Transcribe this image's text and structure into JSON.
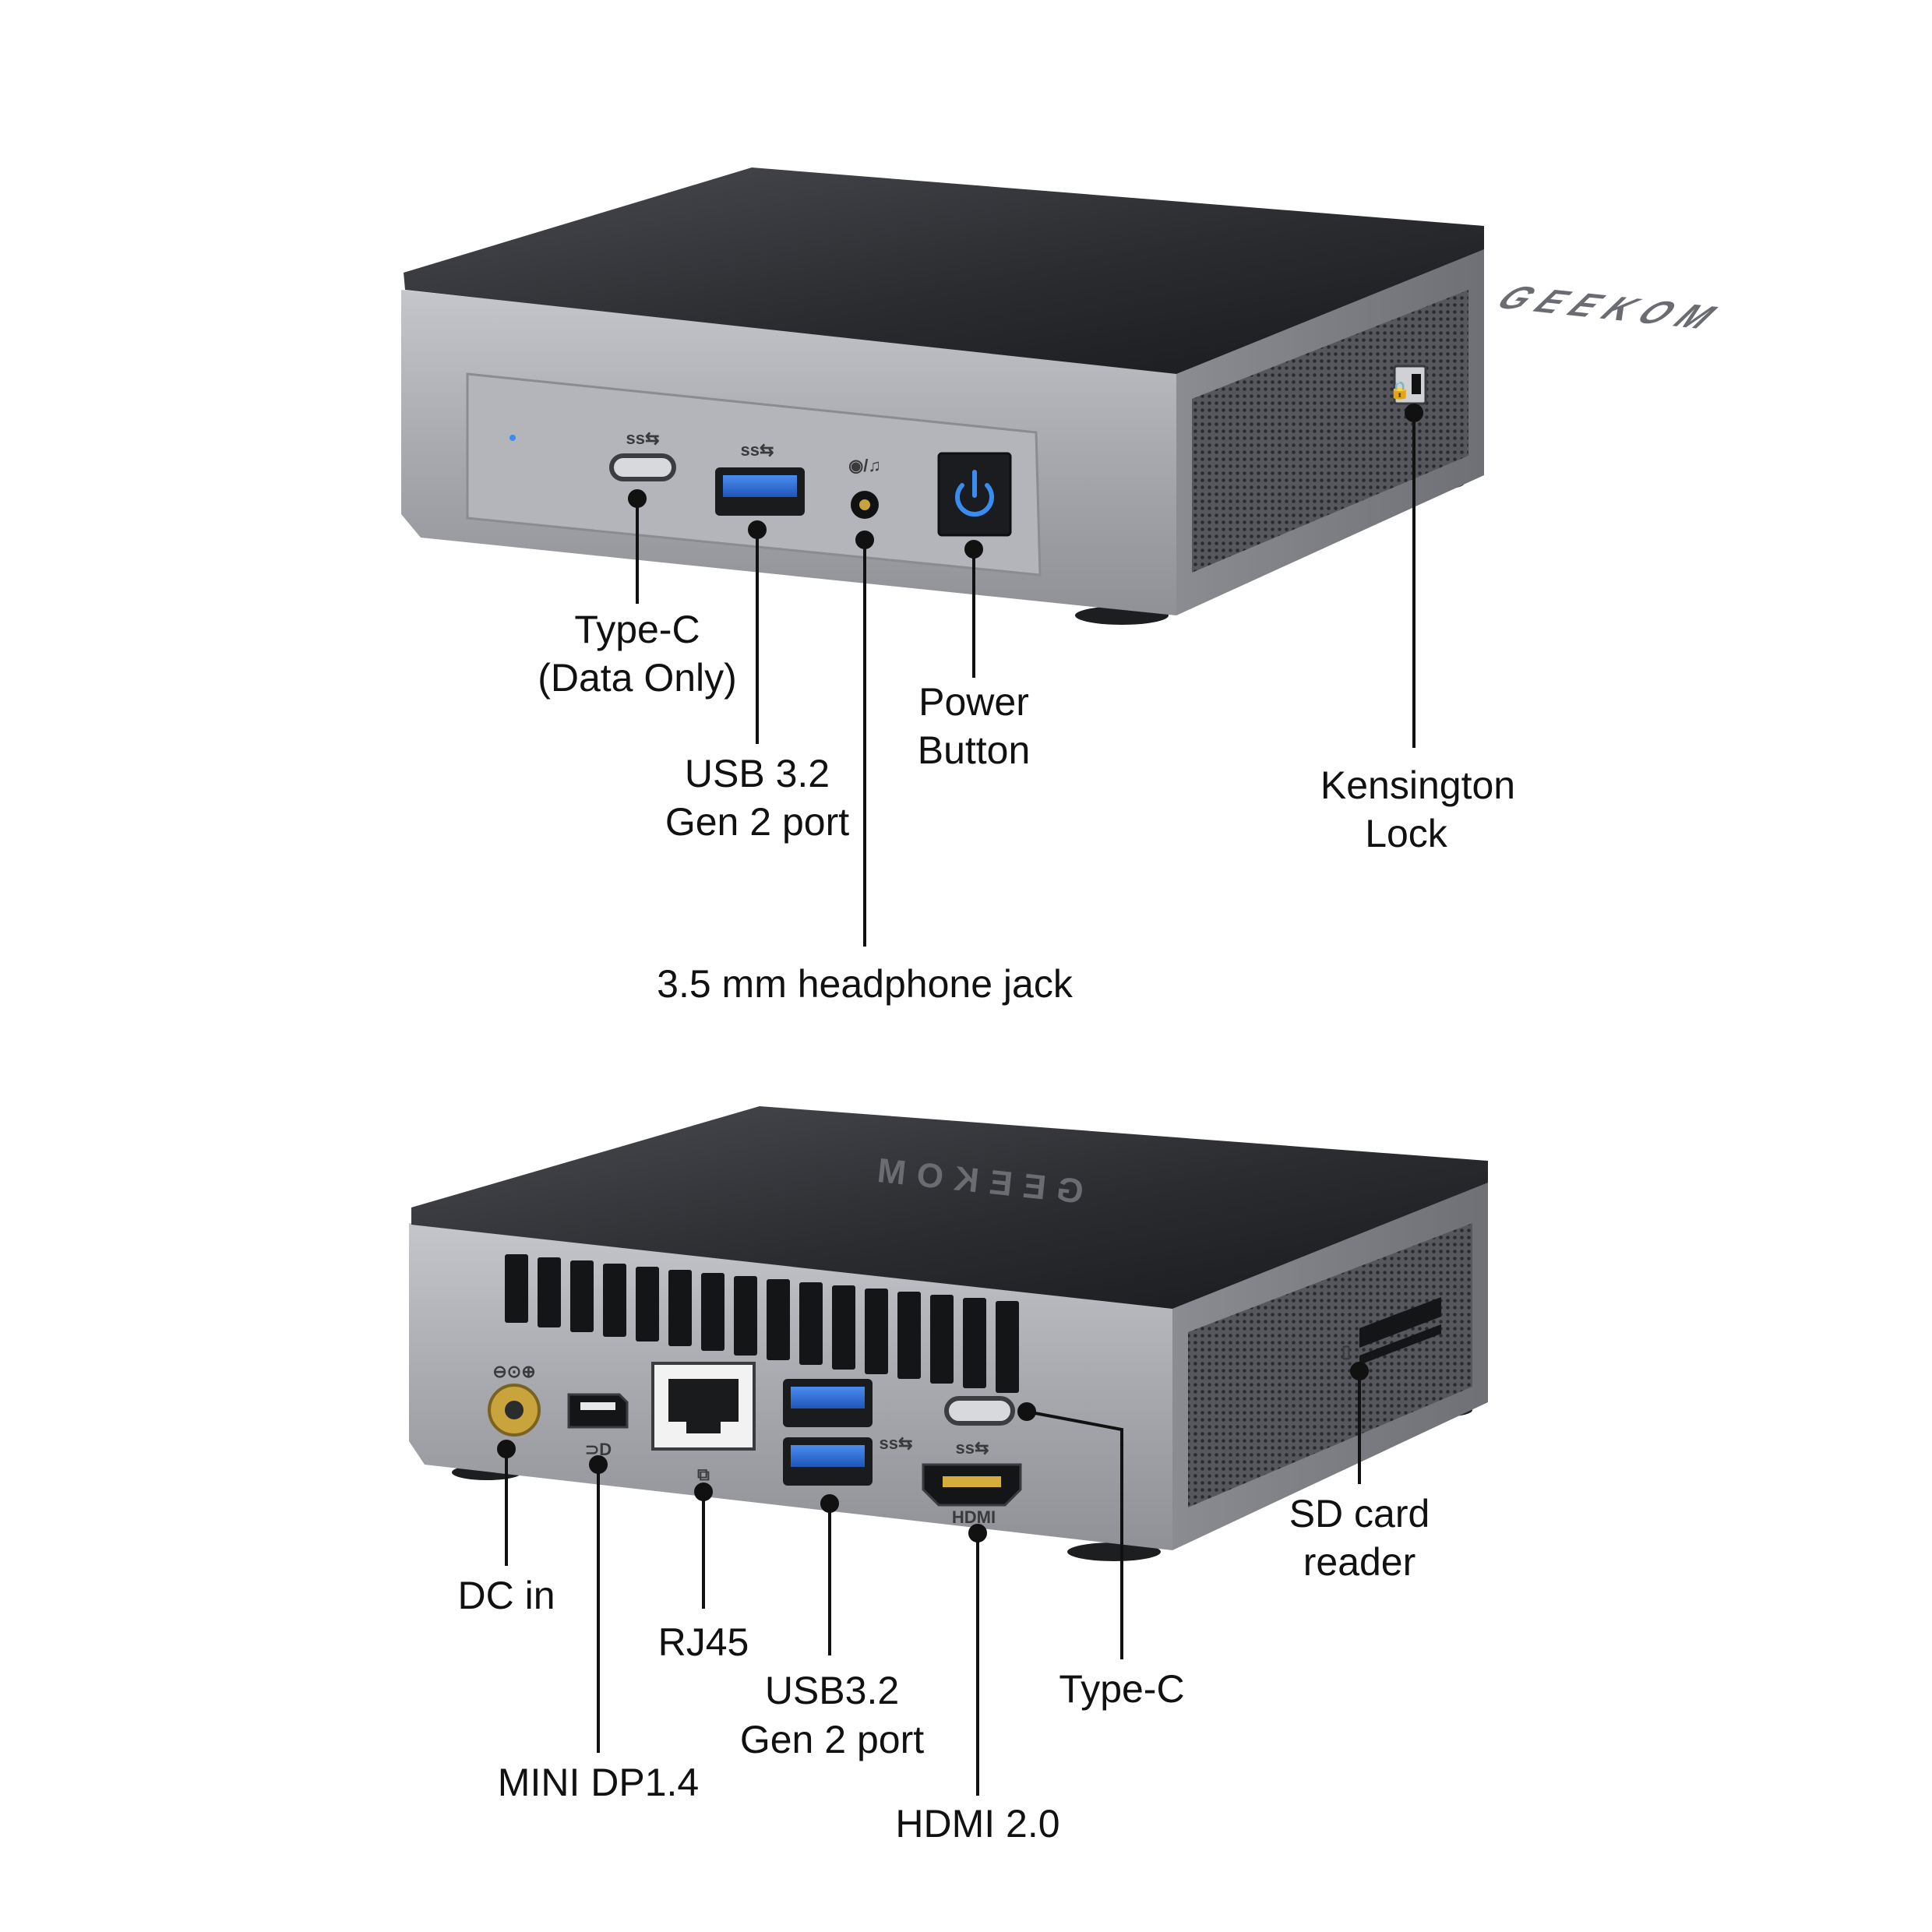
{
  "brand": "GEEKOM",
  "front": {
    "labels": {
      "type_c_line1": "Type-C",
      "type_c_line2": "(Data Only)",
      "usb_line1": "USB 3.2",
      "usb_line2": "Gen 2 port",
      "power_line1": "Power",
      "power_line2": "Button",
      "kensington_line1": "Kensington",
      "kensington_line2": "Lock",
      "headphone": "3.5 mm headphone jack"
    }
  },
  "back": {
    "labels": {
      "dc_in": "DC in",
      "mini_dp": "MINI DP1.4",
      "rj45": "RJ45",
      "usb_line1": "USB3.2",
      "usb_line2": "Gen 2 port",
      "hdmi": "HDMI 2.0",
      "type_c": "Type-C",
      "sd_line1": "SD card",
      "sd_line2": "reader"
    },
    "port_markings": {
      "hdmi": "HDMI"
    }
  },
  "colors": {
    "top_dark": "#2a2b2e",
    "body_silver": "#a9abb0",
    "accent_blue": "#3a8df0",
    "usb_blue": "#2f6fd6"
  }
}
